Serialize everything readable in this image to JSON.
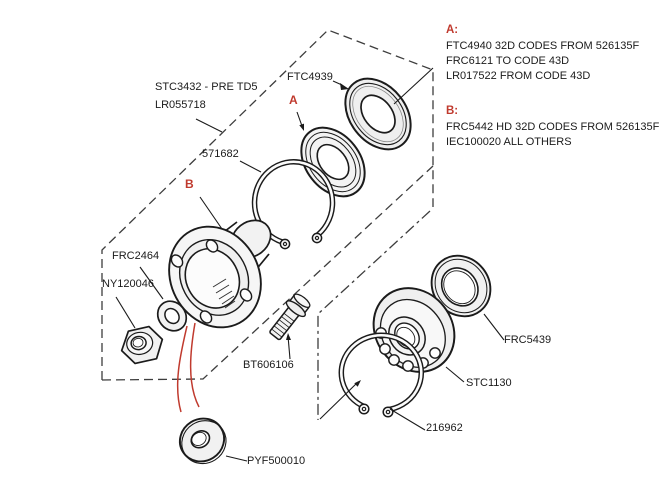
{
  "diagram": {
    "colors": {
      "background": "#ffffff",
      "line": "#1b1b1b",
      "accent_red": "#c03a2e",
      "metal_fill": "#f1f1f1"
    },
    "labels": {
      "kit_line1": "STC3432 - PRE TD5",
      "kit_line2": "LR055718",
      "ftc4939": "FTC4939",
      "marker_a": "A",
      "marker_b": "B",
      "p571682": "571682",
      "frc2464": "FRC2464",
      "ny120046": "NY120046",
      "bt606106": "BT606106",
      "pyf500010": "PYF500010",
      "frc5439": "FRC5439",
      "stc1130": "STC1130",
      "p216962": "216962"
    },
    "notes": {
      "a": {
        "title": "A:",
        "lines": [
          "FTC4940 32D CODES FROM 526135F",
          "FRC6121 TO CODE 43D",
          "LR017522 FROM CODE 43D"
        ]
      },
      "b": {
        "title": "B:",
        "lines": [
          "FRC5442 HD 32D CODES FROM 526135F",
          "IEC100020 ALL OTHERS"
        ]
      }
    }
  }
}
